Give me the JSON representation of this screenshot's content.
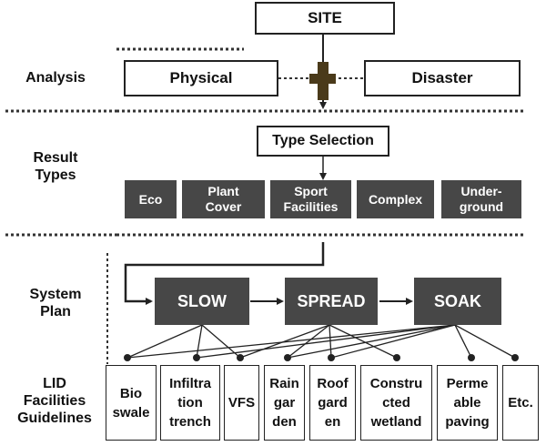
{
  "site": "SITE",
  "analysis": {
    "label": "Analysis",
    "physical": "Physical",
    "disaster": "Disaster"
  },
  "result": {
    "label": "Result\nTypes",
    "selection": "Type Selection",
    "types": [
      "Eco",
      "Plant\nCover",
      "Sport\nFacilities",
      "Complex",
      "Under-\nground"
    ]
  },
  "system": {
    "label": "System\nPlan",
    "steps": [
      "SLOW",
      "SPREAD",
      "SOAK"
    ]
  },
  "lid": {
    "label": "LID\nFacilities\nGuidelines",
    "items": [
      "Bio\nswale",
      "Infiltra\ntion\ntrench",
      "VFS",
      "Rain\ngar\nden",
      "Roof\ngard\nen",
      "Constru\ncted\nwetland",
      "Perme\nable\npaving",
      "Etc."
    ]
  },
  "colors": {
    "dark_box": "#474747",
    "cross": "#4a3a1a",
    "line": "#222222"
  }
}
